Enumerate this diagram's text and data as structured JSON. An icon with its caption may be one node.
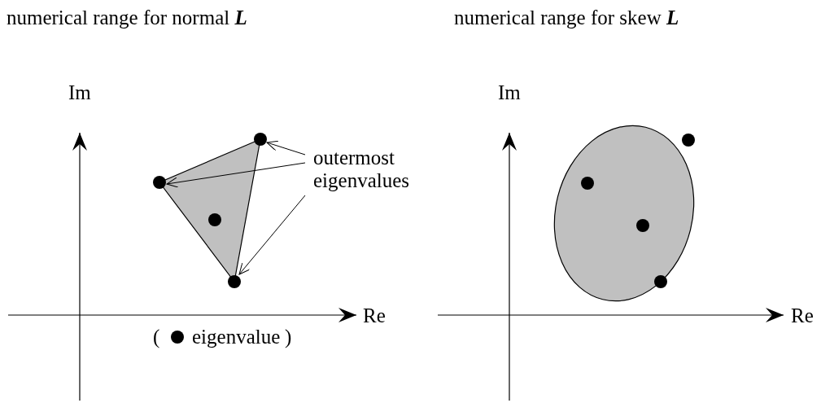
{
  "diagram": {
    "nodes": [
      {
        "text": [
          "outermost eigenvalues"
        ]
      },
      {
        "text": [],
        "shape": "circle"
      },
      {
        "text": [],
        "shape": "circle"
      },
      {
        "text": [],
        "shape": "circle"
      }
    ],
    "edges": [
      {
        "from": 0,
        "to": 1,
        "arrow": "to"
      },
      {
        "from": 0,
        "to": 2,
        "arrow": "to"
      },
      {
        "from": 0,
        "to": 3,
        "arrow": "to"
      }
    ],
    "labels": [
      "numerical range for normal **L**",
      "numerical range for skew **L**",
      "Im",
      "Re",
      "Im",
      "Re",
      "(",
      ")"
    ],
    "legend": [
      {
        "text": "eigenvalue"
      }
    ]
  }
}
